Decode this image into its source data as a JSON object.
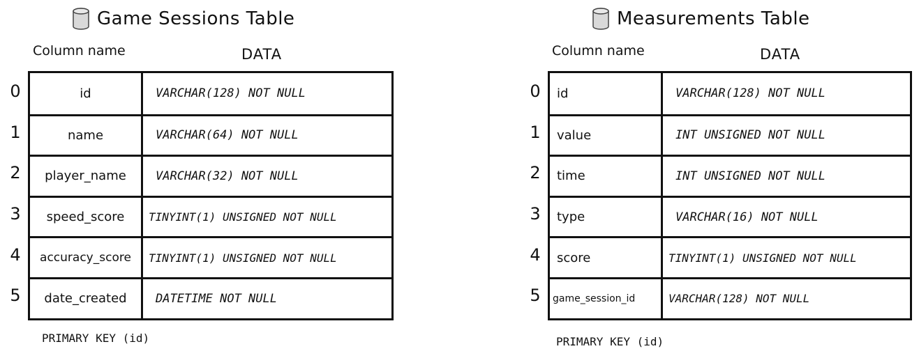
{
  "tables": [
    {
      "title": "Game Sessions Table",
      "col_header": "Column name",
      "data_header": "DATA",
      "rows": [
        {
          "index": "0",
          "name": "id",
          "type": "VARCHAR(128) NOT NULL"
        },
        {
          "index": "1",
          "name": "name",
          "type": "VARCHAR(64) NOT NULL"
        },
        {
          "index": "2",
          "name": "player_name",
          "type": "VARCHAR(32) NOT NULL"
        },
        {
          "index": "3",
          "name": "speed_score",
          "type": "TINYINT(1) UNSIGNED NOT NULL"
        },
        {
          "index": "4",
          "name": "accuracy_score",
          "type": "TINYINT(1) UNSIGNED NOT NULL"
        },
        {
          "index": "5",
          "name": "date_created",
          "type": "DATETIME NOT NULL"
        }
      ],
      "footer": "PRIMARY KEY (id)"
    },
    {
      "title": "Measurements Table",
      "col_header": "Column name",
      "data_header": "DATA",
      "rows": [
        {
          "index": "0",
          "name": "id",
          "type": "VARCHAR(128) NOT NULL"
        },
        {
          "index": "1",
          "name": "value",
          "type": "INT UNSIGNED NOT NULL"
        },
        {
          "index": "2",
          "name": "time",
          "type": "INT UNSIGNED NOT NULL"
        },
        {
          "index": "3",
          "name": "type",
          "type": "VARCHAR(16) NOT NULL"
        },
        {
          "index": "4",
          "name": "score",
          "type": "TINYINT(1) UNSIGNED NOT NULL"
        },
        {
          "index": "5",
          "name": "game_session_id",
          "type": "VARCHAR(128) NOT NULL"
        }
      ],
      "footer": "PRIMARY KEY (id)"
    }
  ],
  "icons": {
    "table_icon": "database-icon"
  },
  "colors": {
    "stroke": "#111111",
    "icon_fill": "#d9d9d9"
  }
}
